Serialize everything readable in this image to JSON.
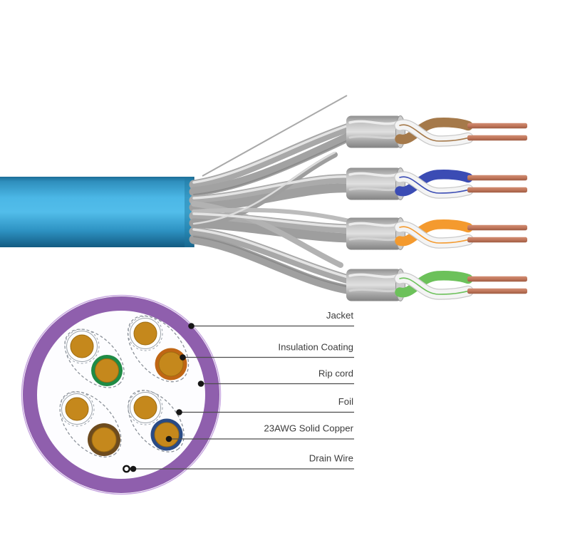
{
  "figure": {
    "callouts": [
      {
        "label": "Jacket"
      },
      {
        "label": "Insulation Coating"
      },
      {
        "label": "Rip cord"
      },
      {
        "label": "Foil"
      },
      {
        "label": "23AWG Solid Copper"
      },
      {
        "label": "Drain Wire"
      }
    ],
    "pairs": [
      {
        "name": "brown-white-pair",
        "hex": "#a5794a"
      },
      {
        "name": "blue-white-pair",
        "hex": "#3b4cb4"
      },
      {
        "name": "orange-white-pair",
        "hex": "#f49a2e"
      },
      {
        "name": "green-white-pair",
        "hex": "#6cc15a"
      }
    ],
    "colors": {
      "cable_jacket_blue": "#3fa9da",
      "cross_section_jacket_purple": "#8f5fad",
      "copper_conductor": "#c47a5f",
      "copper_core": "#c5881c",
      "foil_gray": "#a8a8a8",
      "ring_green": "#1f8b45",
      "ring_orange": "#c06614",
      "ring_brown": "#6d4b1e",
      "ring_navy": "#2a4b85",
      "white_wire": "#f4f4f4"
    }
  }
}
